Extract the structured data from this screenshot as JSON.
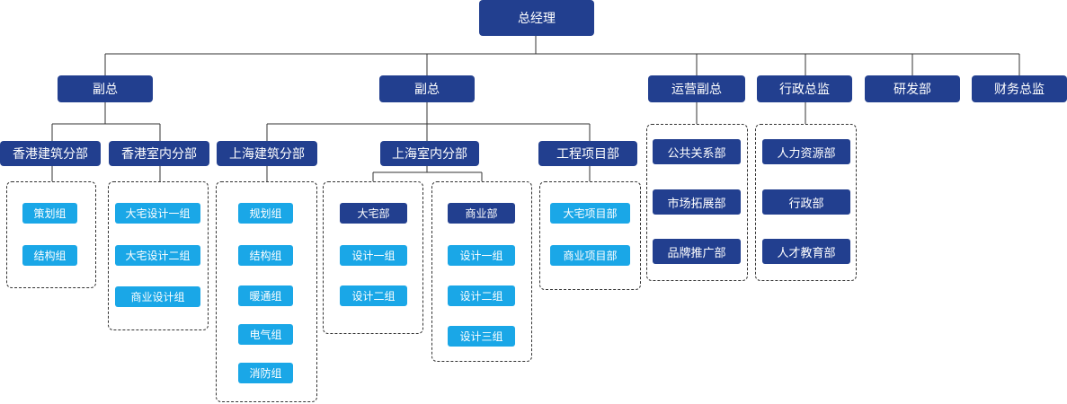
{
  "root": "总经理",
  "level1": {
    "vp1": "副总",
    "vp2": "副总",
    "ops": "运营副总",
    "admin": "行政总监",
    "rnd": "研发部",
    "finance": "财务总监"
  },
  "hk_arch": {
    "title": "香港建筑分部",
    "groups": [
      "策划组",
      "结构组"
    ]
  },
  "hk_interior": {
    "title": "香港室内分部",
    "groups": [
      "大宅设计一组",
      "大宅设计二组",
      "商业设计组"
    ]
  },
  "sh_arch": {
    "title": "上海建筑分部",
    "groups": [
      "规划组",
      "结构组",
      "暖通组",
      "电气组",
      "消防组"
    ]
  },
  "sh_interior": {
    "title": "上海室内分部",
    "residential": {
      "title": "大宅部",
      "groups": [
        "设计一组",
        "设计二组"
      ]
    },
    "commercial": {
      "title": "商业部",
      "groups": [
        "设计一组",
        "设计二组",
        "设计三组"
      ]
    }
  },
  "engineering": {
    "title": "工程项目部",
    "groups": [
      "大宅项目部",
      "商业项目部"
    ]
  },
  "ops_depts": [
    "公共关系部",
    "市场拓展部",
    "品牌推广部"
  ],
  "admin_depts": [
    "人力资源部",
    "行政部",
    "人才教育部"
  ],
  "colors": {
    "dark": "#223f8f",
    "light": "#1aa7e7",
    "line": "#333333"
  }
}
